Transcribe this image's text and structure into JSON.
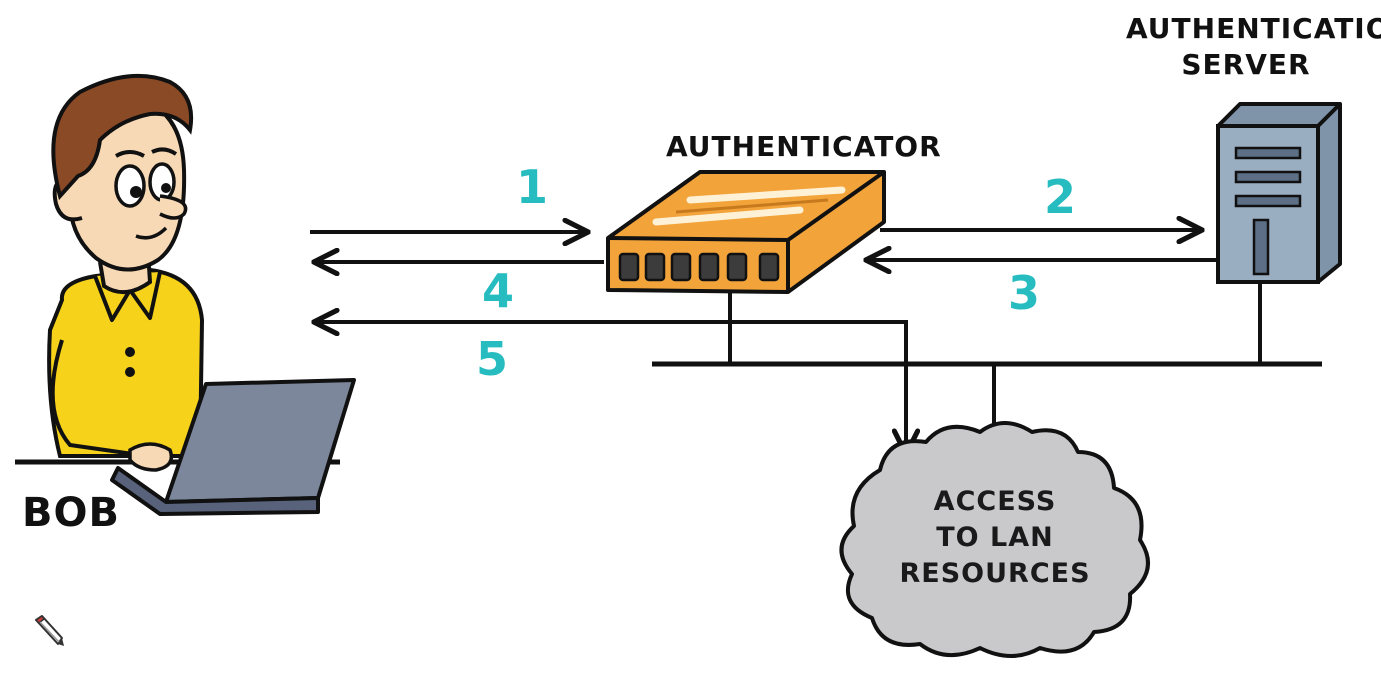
{
  "labels": {
    "person": "BOB",
    "authenticator": "AUTHENTICATOR",
    "server_line1": "AUTHENTICATION",
    "server_line2": "SERVER",
    "cloud_line1": "ACCESS",
    "cloud_line2": "TO LAN",
    "cloud_line3": "RESOURCES"
  },
  "steps": [
    "1",
    "2",
    "3",
    "4",
    "5"
  ],
  "colors": {
    "step_number": "#27bcc0",
    "line": "#111111",
    "shirt": "#f6d21b",
    "hair": "#8a4a26",
    "skin": "#f7d9b5",
    "laptop": "#7c879c",
    "switch": "#f2a33a",
    "server": "#7f93a9",
    "cloud": "#c9c9cc"
  },
  "icons": {
    "cursor": "pencil-cursor-icon"
  }
}
